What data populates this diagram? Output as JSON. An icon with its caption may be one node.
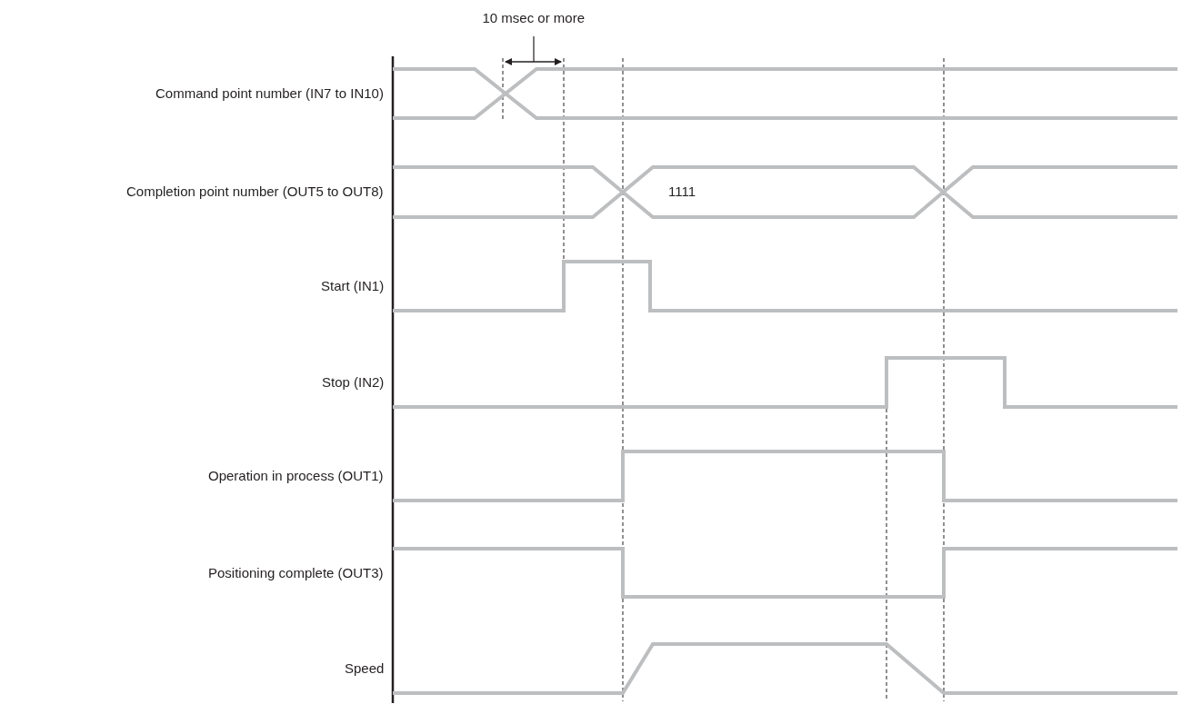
{
  "diagram": {
    "labels": [
      "10 msec or more",
      "Command point number (IN7 to IN10)",
      "Completion point number (OUT5 to OUT8)",
      "1111",
      "Start (IN1)",
      "Stop (IN2)",
      "Operation in process (OUT1)",
      "Positioning complete (OUT3)",
      "Speed"
    ]
  }
}
